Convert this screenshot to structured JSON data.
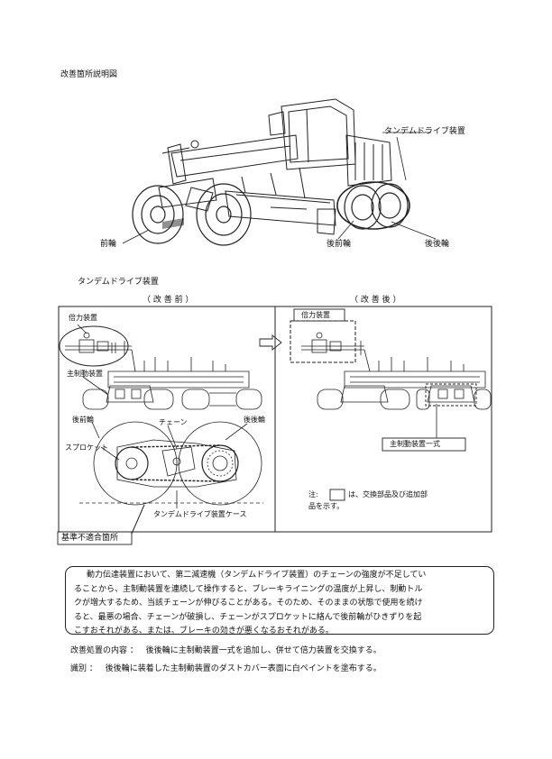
{
  "page_title": "改善箇所説明図",
  "grader": {
    "labels": {
      "tandem": "タンデムドライブ装置",
      "front_wheel": "前輪",
      "rear_front_wheel": "後前輪",
      "rear_rear_wheel": "後後輪"
    }
  },
  "detail": {
    "section_title": "タンデムドライブ装置",
    "before_caption": "（ 改 善 前 ）",
    "after_caption": "（ 改 善 後 ）",
    "before": {
      "multiplier": "倍力装置",
      "main_brake": "主制動装置",
      "rear_front_wheel": "後前輪",
      "chain": "チェーン",
      "rear_rear_wheel": "後後輪",
      "sprocket": "スプロケット",
      "case": "タンデムドライブ装置ケース"
    },
    "after": {
      "multiplier": "倍力装置",
      "main_brake_set": "主制動装置一式",
      "note_prefix": "注:",
      "note_line1": "は、交換部品及び追加部",
      "note_line2": "品を示す。"
    },
    "nonconform": "基準不適合箇所"
  },
  "description": {
    "lines": [
      "動力伝達装置において、第二減速機（タンデムドライブ装置）のチェーンの強度が不足してい",
      "ることから、主制動装置を連続して操作すると、ブレーキライニングの温度が上昇し、制動トル",
      "クが増大するため、当該チェーンが伸びることがある。そのため、そのままの状態で使用を続け",
      "ると、最悪の場合、チェーンが破損し、チェーンがスプロケットに絡んで後前輪がひきずりを起",
      "こすおそれがある、または、ブレーキの効きが悪くなるおそれがある。"
    ]
  },
  "remedy": {
    "label": "改善処置の内容 ：",
    "text": "後後輪に主制動装置一式を追加し、併せて倍力装置を交換する。"
  },
  "identification": {
    "label": "識別 ：",
    "text": "後後輪に装着した主制動装置のダストカバー表面に白ペイントを塗布する。"
  }
}
